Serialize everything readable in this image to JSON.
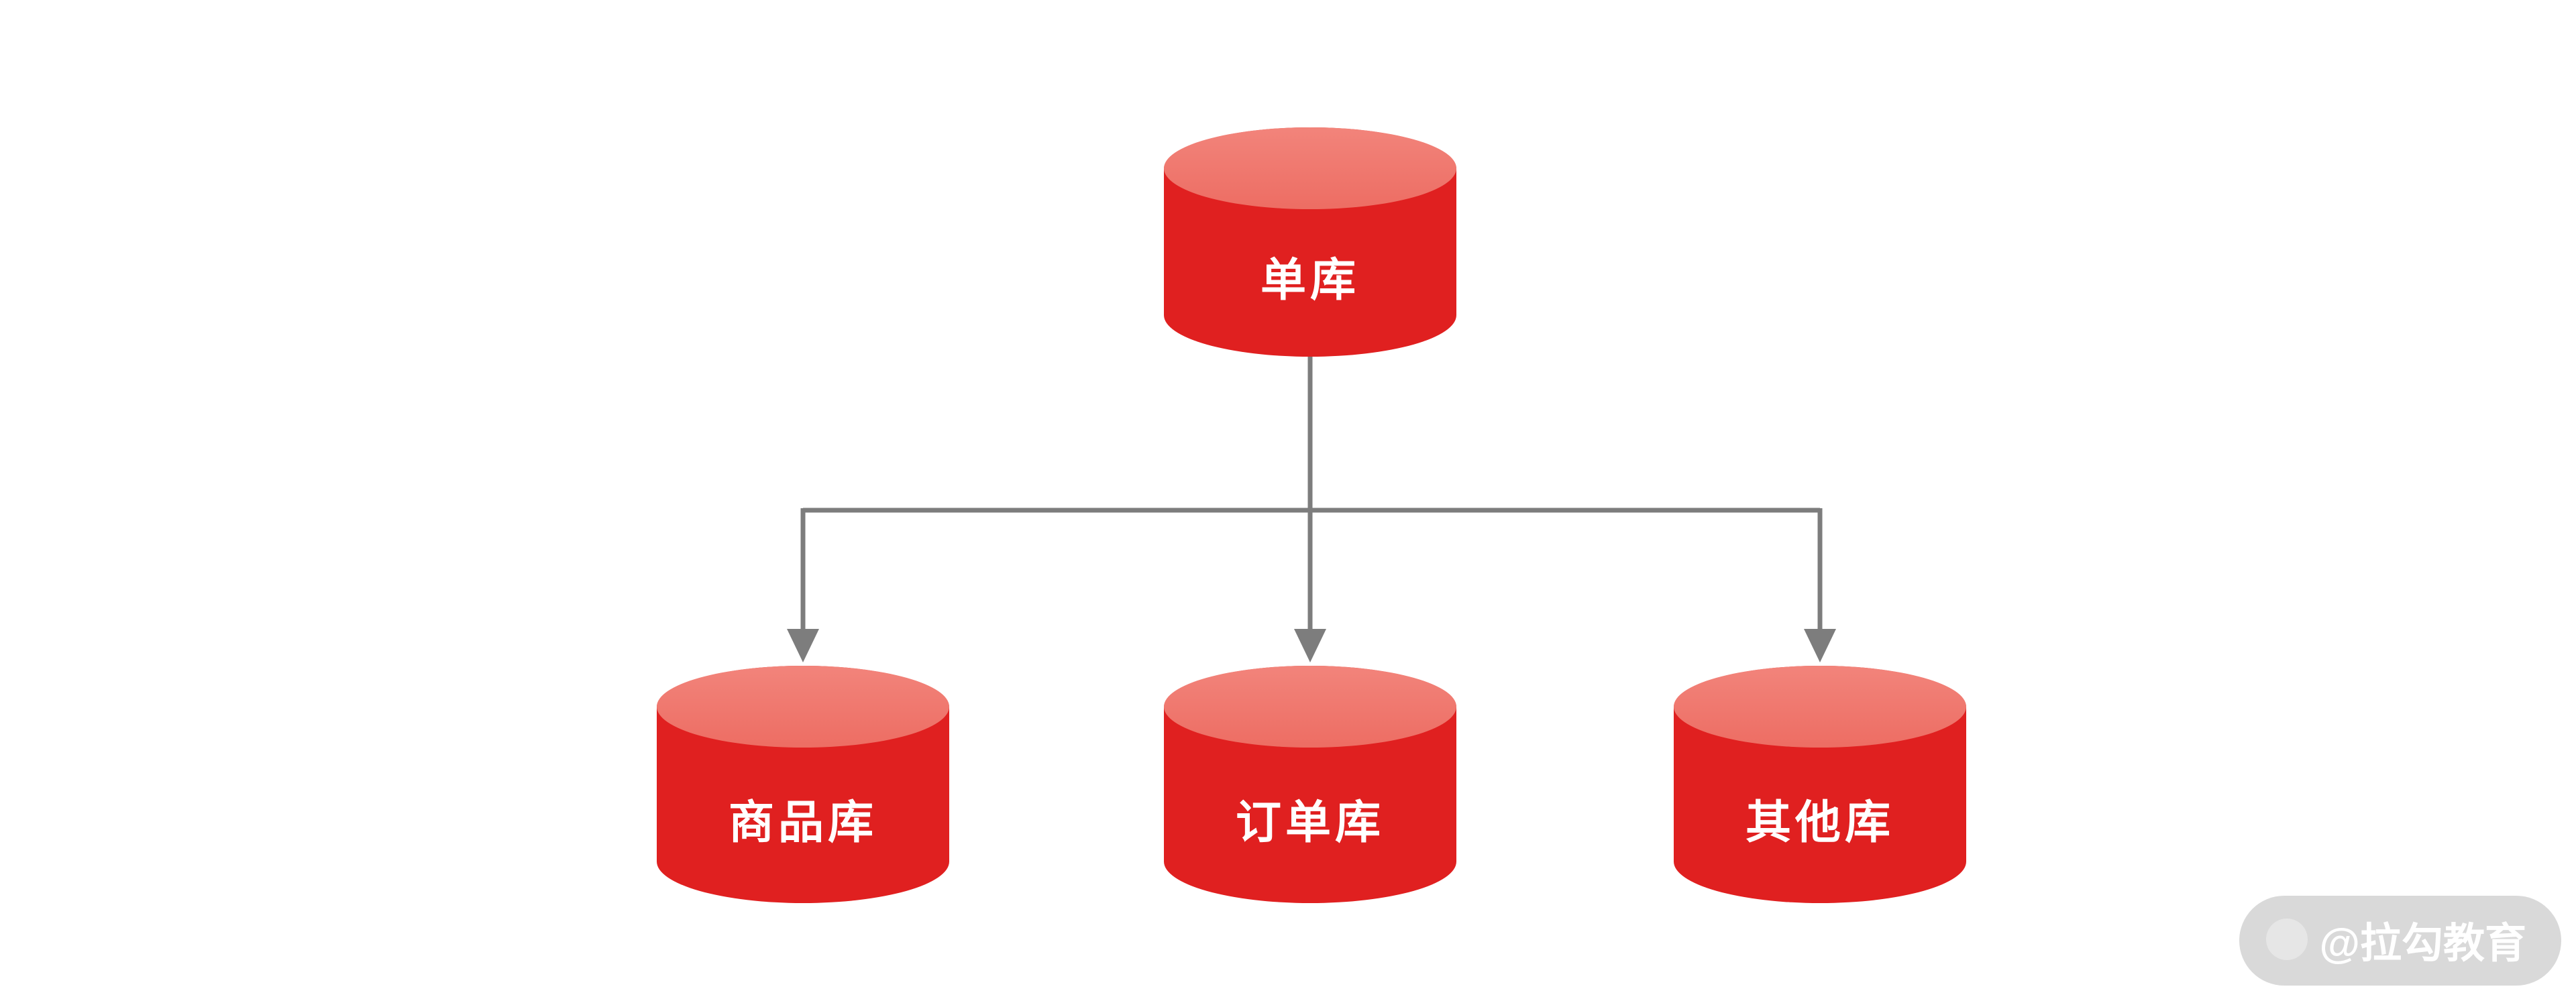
{
  "diagram": {
    "title_hint": "database vertical split diagram",
    "root": {
      "label": "单库"
    },
    "children": [
      {
        "label": "商品库"
      },
      {
        "label": "订单库"
      },
      {
        "label": "其他库"
      }
    ]
  },
  "watermark": {
    "text": "@拉勾教育"
  },
  "colors": {
    "cylinder_body": "#e02020",
    "cylinder_top_light": "#f2847b",
    "cylinder_top_dark": "#ed6d63",
    "connector": "#7d7d7d",
    "label_text": "#ffffff",
    "background": "#ffffff",
    "watermark_bg": "rgba(185,185,185,0.55)"
  }
}
